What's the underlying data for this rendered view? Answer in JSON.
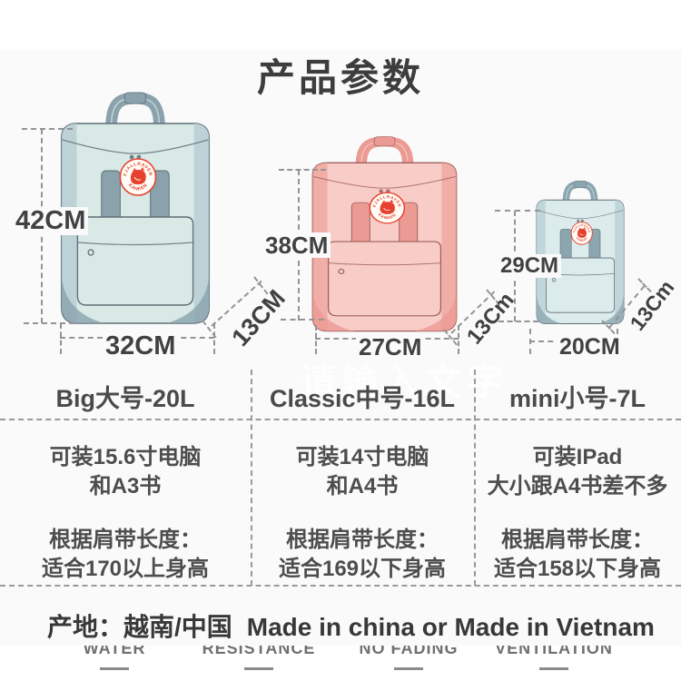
{
  "page": {
    "title": "产品参数",
    "watermark": "请输入文字"
  },
  "logo": {
    "brand_top": "FJALLRAVEN",
    "brand_bottom": "KANKEN",
    "red": "#e8402f"
  },
  "products": [
    {
      "name": "Big大号-20L",
      "dimensions": {
        "height": "42CM",
        "width": "32CM",
        "depth": "13CM"
      },
      "capacity": [
        "可装15.6寸电脑",
        "和A3书"
      ],
      "strap_note": [
        "根据肩带长度：",
        "适合170以上身高"
      ],
      "colors": {
        "body": "#d8e9e6",
        "accent": "#b7ced2",
        "strap": "#8aa2ac",
        "line": "#5f6d74"
      }
    },
    {
      "name": "Classic中号-16L",
      "dimensions": {
        "height": "38CM",
        "width": "27CM",
        "depth": "13Cm"
      },
      "capacity": [
        "可装14寸电脑",
        "和A4书"
      ],
      "strap_note": [
        "根据肩带长度：",
        "适合169以下身高"
      ],
      "colors": {
        "body": "#f9cdc7",
        "accent": "#f0a8a1",
        "strap": "#ec9a94",
        "line": "#9c5f5a"
      }
    },
    {
      "name": "mini小号-7L",
      "dimensions": {
        "height": "29CM",
        "width": "20CM",
        "depth": "13Cm"
      },
      "capacity": [
        "可装IPad",
        "大小跟A4书差不多"
      ],
      "strap_note": [
        "根据肩带长度：",
        "适合158以下身高"
      ],
      "colors": {
        "body": "#dcebec",
        "accent": "#bcd2d7",
        "strap": "#8ca6b0",
        "line": "#5f6d74"
      }
    }
  ],
  "origin": {
    "zh": "产地：越南/中国",
    "en": "Made in china or Made in Vietnam"
  },
  "footer_features": [
    "WATER",
    "RESISTANCE",
    "NO FADING",
    "VENTILATION"
  ]
}
